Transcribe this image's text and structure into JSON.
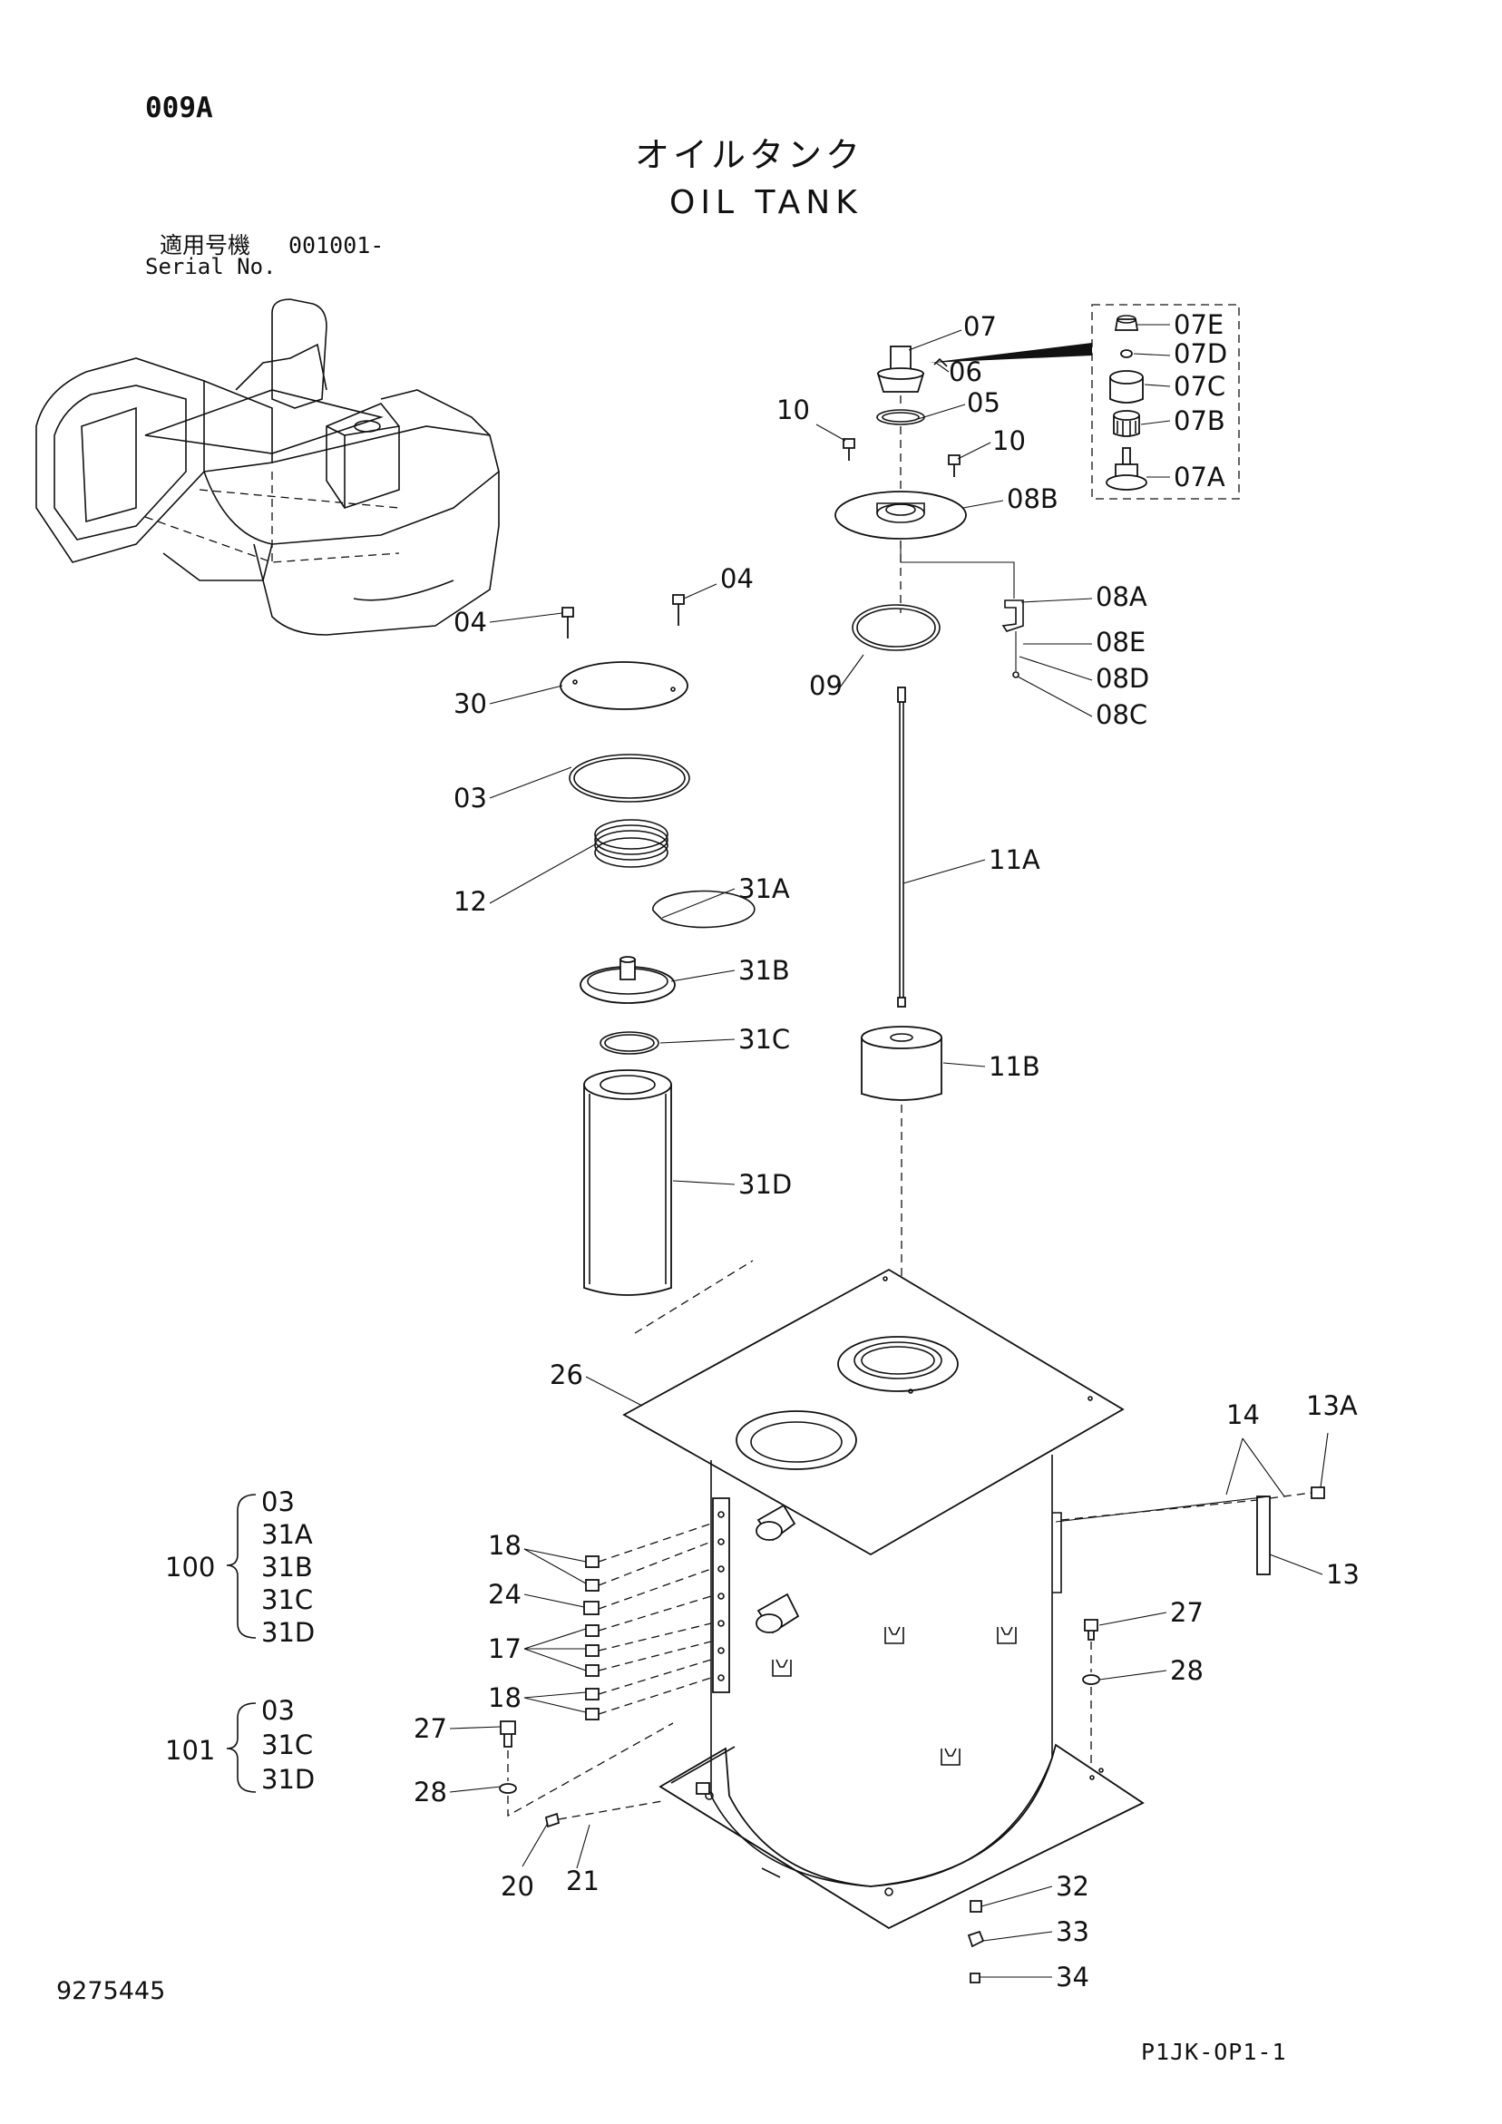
{
  "header": {
    "page_id": "009A",
    "title_jp": "オイルタンク",
    "title_en": "OIL TANK",
    "serial_label_jp": "適用号機",
    "serial_value": "001001-",
    "serial_label_en": "Serial No."
  },
  "footer": {
    "doc_number": "9275445",
    "ref_code": "P1JK-OP1-1"
  },
  "callouts": {
    "c07": "07",
    "c06": "06",
    "c05": "05",
    "c10a": "10",
    "c10b": "10",
    "c08b": "08B",
    "c08a": "08A",
    "c08e": "08E",
    "c08d": "08D",
    "c08c": "08C",
    "c07e": "07E",
    "c07d": "07D",
    "c07c": "07C",
    "c07b": "07B",
    "c07a": "07A",
    "c04a": "04",
    "c04b": "04",
    "c30": "30",
    "c09": "09",
    "c03": "03",
    "c12": "12",
    "c31a": "31A",
    "c31b": "31B",
    "c31c": "31C",
    "c31d": "31D",
    "c11a": "11A",
    "c11b": "11B",
    "c26": "26",
    "c14": "14",
    "c13a": "13A",
    "c13": "13",
    "c18a": "18",
    "c24": "24",
    "c17": "17",
    "c18b": "18",
    "c27a": "27",
    "c28a": "28",
    "c27b": "27",
    "c28b": "28",
    "c20": "20",
    "c21": "21",
    "c32": "32",
    "c33": "33",
    "c34": "34"
  },
  "kits": [
    {
      "number": "100",
      "parts": [
        "03",
        "31A",
        "31B",
        "31C",
        "31D"
      ]
    },
    {
      "number": "101",
      "parts": [
        "03",
        "31C",
        "31D"
      ]
    }
  ]
}
